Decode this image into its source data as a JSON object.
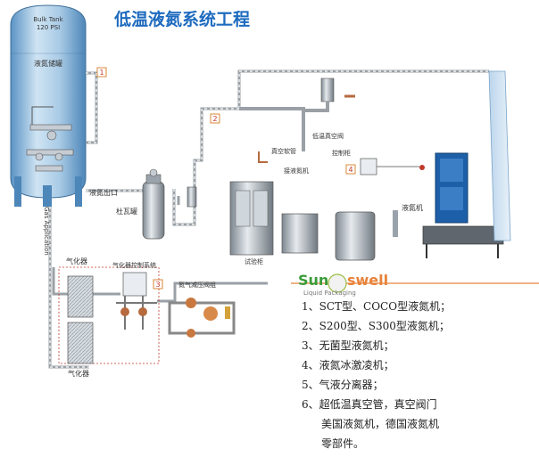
{
  "title": "低温液氮系统工程",
  "tank": {
    "header_line1": "Bulk Tank",
    "header_line2": "120 PSI",
    "name": "液氮储罐"
  },
  "labels": {
    "ln2_outlet": "液氮出口",
    "gas_application": "Gas Application",
    "dewar": "杜瓦罐",
    "vaporizer_top": "气化器",
    "vaporizer_bottom": "气化器",
    "vaporizer_control": "气化器控制系统",
    "n2_valve_group": "氮气减压阀组",
    "vacuum_hose": "真空软管",
    "low_temp_vacuum_valve": "低温真空阀",
    "ln2_connector": "接液氮机",
    "control_cabinet": "控制柜",
    "test_cabinet": "试验柜",
    "ln2_machine": "液氮机"
  },
  "badges": [
    "1",
    "2",
    "3",
    "4"
  ],
  "brand": {
    "name_a": "Sun",
    "name_b": "swell",
    "tagline": "Liquid Packaging"
  },
  "legend": [
    "1、SCT型、COCO型液氮机；",
    "2、S200型、S300型液氮机；",
    "3、无菌型液氮机；",
    "4、液氮冰激凌机；",
    "5、气液分离器；",
    "6、超低温真空管，真空阀门"
  ],
  "legend_cont": [
    "美国液氮机，德国液氮机",
    "零部件。"
  ],
  "colors": {
    "title": "#1e6bbf",
    "tank": "#7fb3d8",
    "pipe": "#8a8a8a",
    "badge_border": "#d98a3a",
    "door": "#1d5fa8",
    "brand_orange": "#e8833a"
  }
}
